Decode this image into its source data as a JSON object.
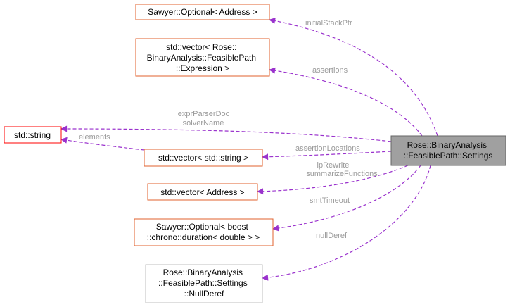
{
  "colors": {
    "node_border_orange": "#e2602c",
    "node_border_red": "#ff0000",
    "node_border_gray": "#bfbfbf",
    "focus_fill": "#a0a0a0",
    "edge_purple": "#9a32cd",
    "edge_label": "#9a9a9a"
  },
  "nodes": [
    {
      "id": "optional-address",
      "lines": [
        "Sawyer::Optional< Address >"
      ]
    },
    {
      "id": "vector-expression",
      "lines": [
        "std::vector< Rose::",
        "BinaryAnalysis::FeasiblePath",
        "::Expression >"
      ]
    },
    {
      "id": "std-string",
      "lines": [
        "std::string"
      ]
    },
    {
      "id": "vector-string",
      "lines": [
        "std::vector< std::string >"
      ]
    },
    {
      "id": "vector-address",
      "lines": [
        "std::vector< Address >"
      ]
    },
    {
      "id": "optional-duration",
      "lines": [
        "Sawyer::Optional< boost",
        "::chrono::duration< double > >"
      ]
    },
    {
      "id": "null-deref",
      "lines": [
        "Rose::BinaryAnalysis",
        "::FeasiblePath::Settings",
        "::NullDeref"
      ]
    },
    {
      "id": "settings",
      "lines": [
        "Rose::BinaryAnalysis",
        "::FeasiblePath::Settings"
      ]
    }
  ],
  "edges": [
    {
      "id": "initial-stack-ptr",
      "lines": [
        "initialStackPtr"
      ]
    },
    {
      "id": "assertions",
      "lines": [
        "assertions"
      ]
    },
    {
      "id": "expr-parser-doc",
      "lines": [
        "exprParserDoc",
        "solverName"
      ]
    },
    {
      "id": "elements",
      "lines": [
        "elements"
      ]
    },
    {
      "id": "assertion-locations",
      "lines": [
        "assertionLocations"
      ]
    },
    {
      "id": "ip-rewrite",
      "lines": [
        "ipRewrite",
        "summarizeFunctions"
      ]
    },
    {
      "id": "smt-timeout",
      "lines": [
        "smtTimeout"
      ]
    },
    {
      "id": "null-deref-edge",
      "lines": [
        "nullDeref"
      ]
    }
  ]
}
